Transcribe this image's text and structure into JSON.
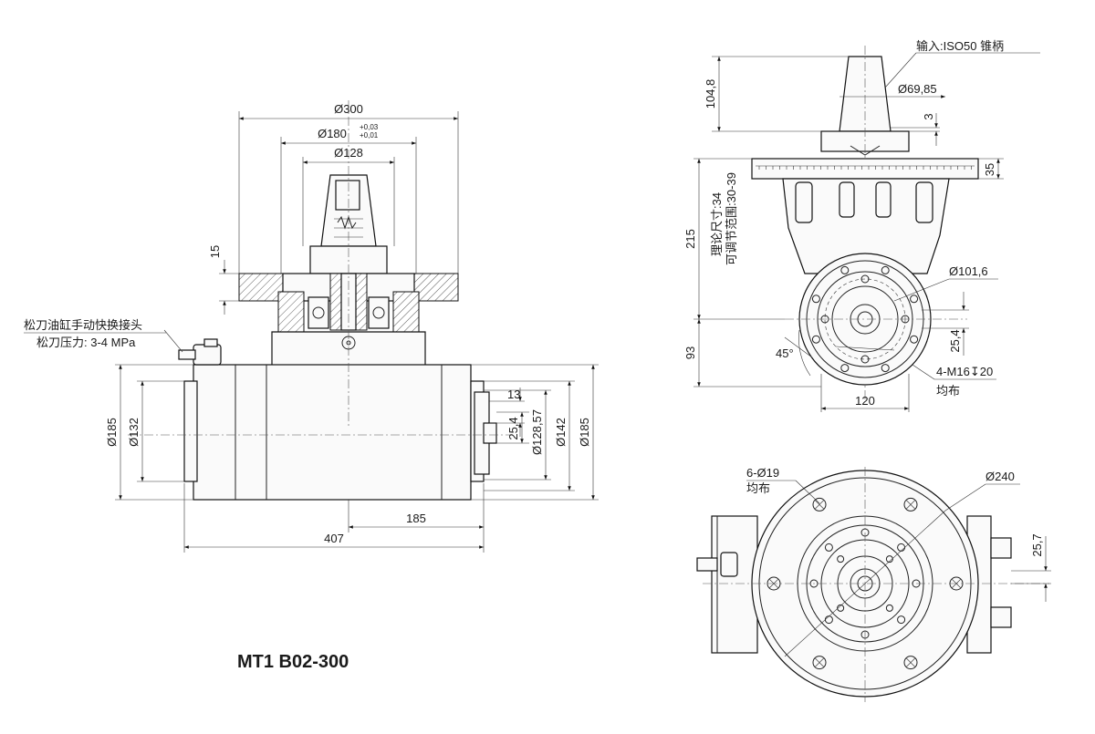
{
  "title": "MT1 B02-300",
  "front_view": {
    "dims": {
      "d300": "Ø300",
      "d180": "Ø180",
      "d180_tol_upper": "+0,03",
      "d180_tol_lower": "+0,01",
      "d128": "Ø128",
      "h15": "15",
      "d185_left": "Ø185",
      "d132": "Ø132",
      "h13": "13",
      "h25_4": "25,4",
      "d128_57": "Ø128,57",
      "d142": "Ø142",
      "d185_right": "Ø185",
      "l185": "185",
      "l407": "407"
    },
    "notes": {
      "line1": "松刀油缸手动快换接头",
      "line2": "松刀压力: 3-4 MPa"
    }
  },
  "side_view": {
    "dims": {
      "input": "输入:ISO50 锥柄",
      "h104_8": "104,8",
      "d69_85": "Ø69,85",
      "h3": "3",
      "h35": "35",
      "h215": "215",
      "theory_size": "理论尺寸:34",
      "adjust_range": "可调节范围:30-39",
      "d101_6": "Ø101,6",
      "h25_4": "25,4",
      "h93": "93",
      "angle45": "45°",
      "thread": "4-M16↧20",
      "even": "均布",
      "w120": "120"
    }
  },
  "bottom_view": {
    "dims": {
      "holes": "6-Ø19",
      "even": "均布",
      "d240": "Ø240",
      "h25_7": "25,7"
    }
  }
}
